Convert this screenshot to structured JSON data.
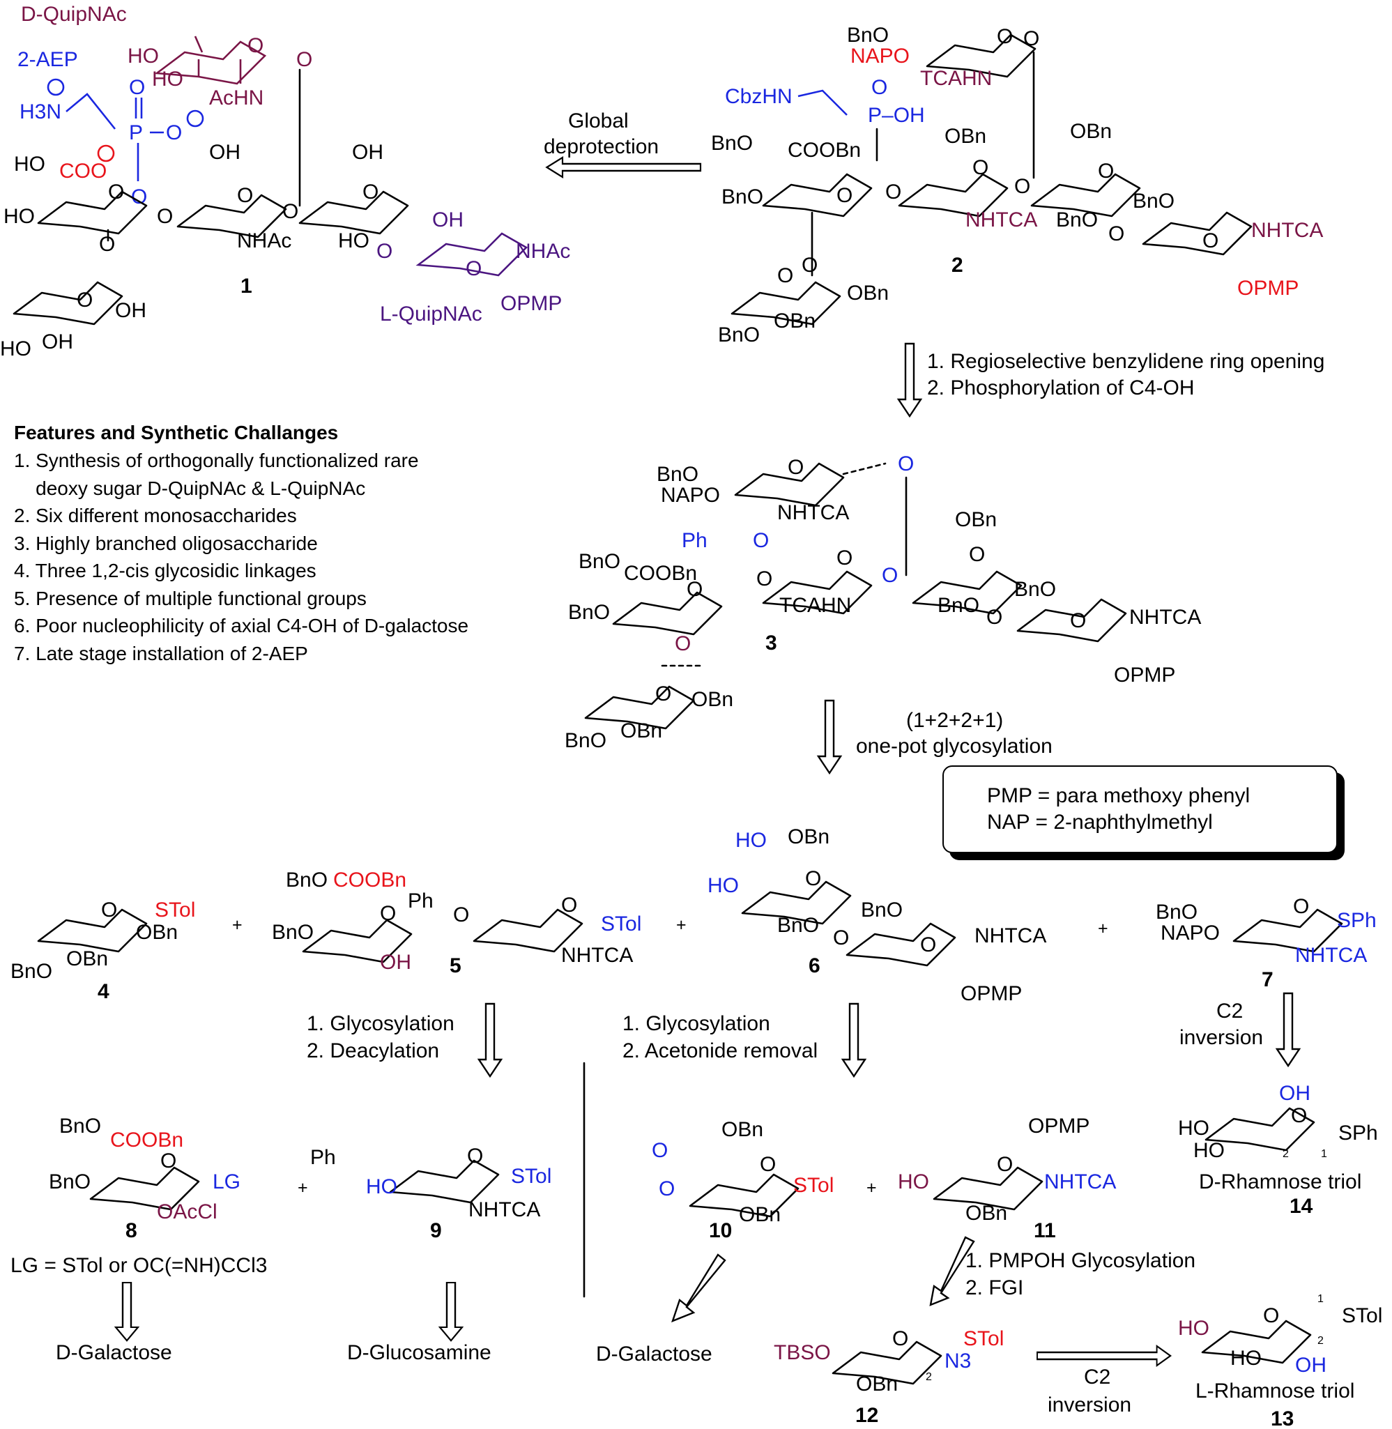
{
  "compounds": {
    "c1": {
      "number": "1",
      "labels": {
        "d_quip": "D-QuipNAc",
        "aep": "2-AEP",
        "h3n": "H3N",
        "coo": "COO",
        "nhac1": "NHAc",
        "nhac2": "NHAc",
        "achn": "AcHN",
        "l_quip": "L-QuipNAc",
        "opmp": "OPMP",
        "ho": "HO",
        "oh": "OH"
      }
    },
    "c2": {
      "number": "2",
      "labels": {
        "bno": "BnO",
        "napo": "NAPO",
        "tcahn": "TCAHN",
        "cbzhn": "CbzHN",
        "poh": "P–OH",
        "cooBn": "COOBn",
        "obn": "OBn",
        "nhtca": "NHTCA",
        "opmp": "OPMP"
      }
    },
    "c3": {
      "number": "3",
      "labels": {
        "bno": "BnO",
        "napo": "NAPO",
        "nhtca": "NHTCA",
        "ph": "Ph",
        "tcahn": "TCAHN",
        "cooBn": "COOBn",
        "obn": "OBn",
        "opmp": "OPMP"
      }
    },
    "c4": {
      "number": "4",
      "labels": {
        "stol": "STol",
        "obn": "OBn",
        "bno": "BnO"
      }
    },
    "c5": {
      "number": "5",
      "labels": {
        "bno": "BnO",
        "cooBn": "COOBn",
        "ph": "Ph",
        "stol": "STol",
        "oh": "OH",
        "nhtca": "NHTCA"
      }
    },
    "c6": {
      "number": "6",
      "labels": {
        "ho": "HO",
        "obn": "OBn",
        "bno": "BnO",
        "nhtca": "NHTCA",
        "opmp": "OPMP"
      }
    },
    "c7": {
      "number": "7",
      "labels": {
        "bno": "BnO",
        "napo": "NAPO",
        "sph": "SPh",
        "nhtca": "NHTCA"
      }
    },
    "c8": {
      "number": "8",
      "labels": {
        "bno": "BnO",
        "cooBn": "COOBn",
        "lg": "LG",
        "oaccl": "OAcCl"
      }
    },
    "c9": {
      "number": "9",
      "labels": {
        "ph": "Ph",
        "ho": "HO",
        "stol": "STol",
        "nhtca": "NHTCA"
      }
    },
    "c10": {
      "number": "10",
      "labels": {
        "obn": "OBn",
        "stol": "STol"
      }
    },
    "c11": {
      "number": "11",
      "labels": {
        "opmp": "OPMP",
        "ho": "HO",
        "nhtca": "NHTCA",
        "obn": "OBn"
      }
    },
    "c12": {
      "number": "12",
      "labels": {
        "tbso": "TBSO",
        "stol": "STol",
        "n3": "N3",
        "obn": "OBn",
        "pos2": "2"
      }
    },
    "c13": {
      "number": "13",
      "name": "L-Rhamnose triol",
      "labels": {
        "ho": "HO",
        "oh": "OH",
        "stol": "STol",
        "pos1": "1",
        "pos2": "2"
      }
    },
    "c14": {
      "number": "14",
      "name": "D-Rhamnose triol",
      "labels": {
        "ho": "HO",
        "oh": "OH",
        "sph": "SPh",
        "pos1": "1",
        "pos2": "2"
      }
    }
  },
  "steps": {
    "global_deprotection": [
      "Global",
      "deprotection"
    ],
    "ring_opening": [
      "1. Regioselective benzylidene ring opening",
      "2. Phosphorylation of C4-OH"
    ],
    "one_pot": [
      "(1+2+2+1)",
      "one-pot glycosylation"
    ],
    "glyco_deacyl": [
      "1. Glycosylation",
      "2. Deacylation"
    ],
    "glyco_acetonide": [
      "1. Glycosylation",
      "2. Acetonide removal"
    ],
    "c2_inversion_a": [
      "C2",
      "inversion"
    ],
    "pmpoh": [
      "1. PMPOH Glycosylation",
      "2. FGI"
    ],
    "c2_inversion_b": [
      "C2",
      "inversion"
    ]
  },
  "plus": "+",
  "lg_note": "LG = STol or OC(=NH)CCl3",
  "sources": {
    "d_galactose_a": "D-Galactose",
    "d_glucosamine": "D-Glucosamine",
    "d_galactose_b": "D-Galactose"
  },
  "features": {
    "title": "Features and Synthetic Challanges",
    "items": [
      "1. Synthesis of orthogonally functionalized rare",
      "    deoxy sugar D-QuipNAc & L-QuipNAc",
      "2. Six different monosaccharides",
      "3. Highly branched oligosaccharide",
      "4. Three 1,2-cis glycosidic linkages",
      "5. Presence of multiple functional groups",
      "6. Poor nucleophilicity of axial C4-OH of D-galactose",
      "7. Late stage installation of 2-AEP"
    ]
  },
  "legend": {
    "pmp": "PMP = para methoxy phenyl",
    "nap": "NAP = 2-naphthylmethyl"
  },
  "colors": {
    "red": "#e8141b",
    "blue": "#1a27e0",
    "maroon": "#7a1546",
    "purple": "#4b1580"
  }
}
